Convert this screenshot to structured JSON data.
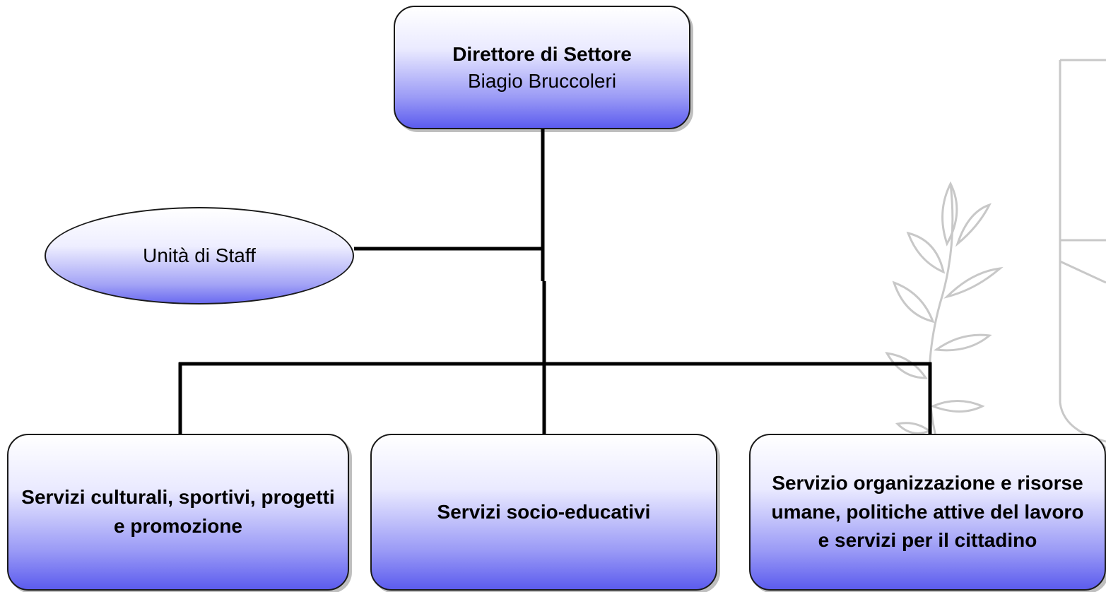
{
  "director": {
    "title": "Direttore di Settore",
    "name": "Biagio Bruccoleri"
  },
  "staff": {
    "label": "Unità di Staff"
  },
  "services": [
    {
      "label": "Servizi culturali, sportivi, progetti e promozione"
    },
    {
      "label": "Servizi socio-educativi"
    },
    {
      "label": "Servizio organizzazione e risorse umane, politiche attive del lavoro e servizi per il cittadino"
    }
  ],
  "colors": {
    "box_gradient_top": "#ffffff",
    "box_gradient_bottom": "#5c5cee",
    "border": "#1a1a1a",
    "watermark": "#c8c8c8"
  }
}
